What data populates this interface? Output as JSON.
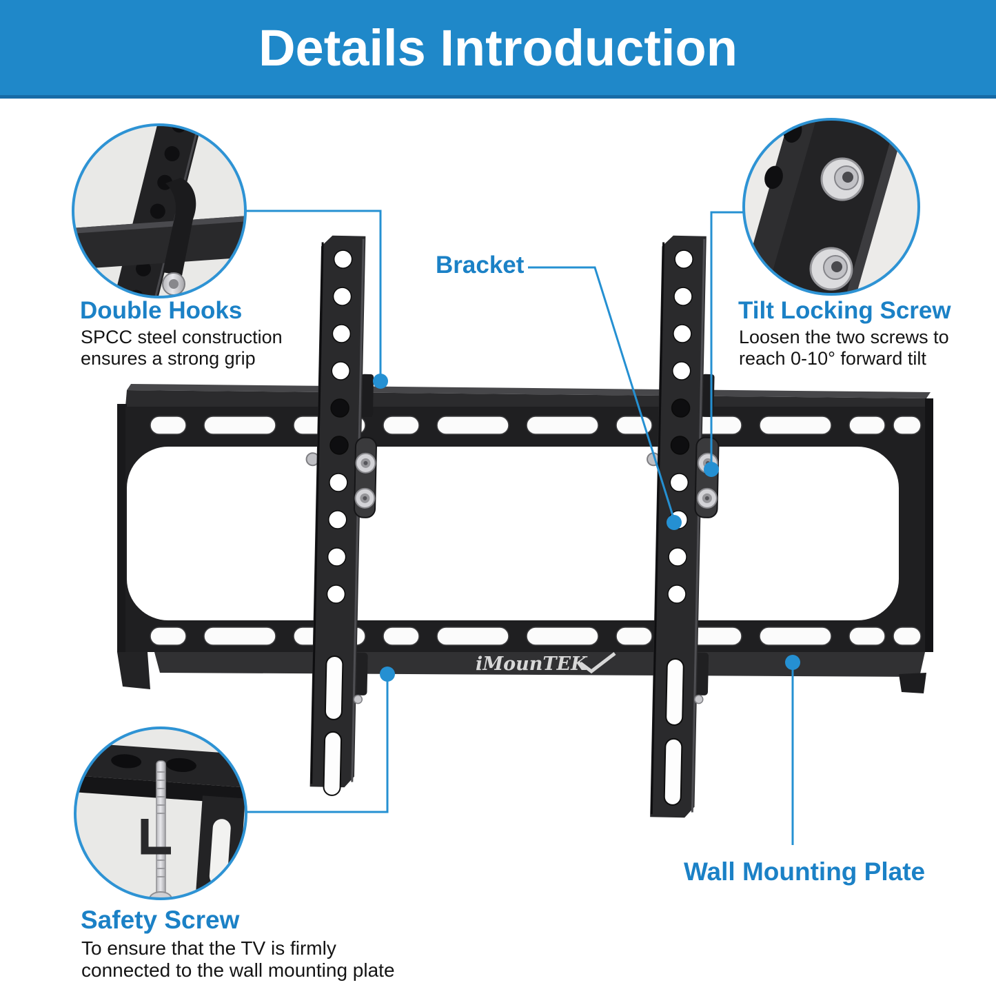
{
  "header": {
    "title": "Details Introduction"
  },
  "product": {
    "brand": "iMounTEK"
  },
  "callouts": {
    "double_hooks": {
      "title": "Double Hooks",
      "lines": [
        "SPCC steel construction",
        "ensures a strong grip"
      ]
    },
    "tilt_locking_screw": {
      "title": "Tilt Locking Screw",
      "lines": [
        "Loosen the two screws to",
        "reach 0-10° forward tilt"
      ]
    },
    "safety_screw": {
      "title": "Safety Screw",
      "lines": [
        "To ensure that the TV is firmly",
        "connected to the wall mounting plate"
      ]
    },
    "bracket": {
      "title": "Bracket"
    },
    "wall_mounting_plate": {
      "title": "Wall Mounting Plate"
    }
  },
  "colors": {
    "header_bg": "#1f88c9",
    "accent_line_blue": "#2590d2",
    "label_blue": "#1b81c6",
    "metal_dark": "#1f1f21"
  }
}
